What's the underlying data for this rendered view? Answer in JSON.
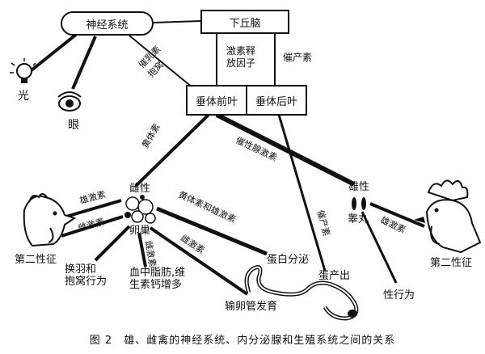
{
  "nodes": {
    "nervous_system": "神经系统",
    "hypothalamus": "下丘脑",
    "anterior_pituitary": "垂体前叶",
    "posterior_pituitary": "垂体后叶",
    "light": "光",
    "eye": "眼",
    "female": "雌性",
    "ovary": "卵巢",
    "male": "雄性",
    "testis": "睾丸",
    "secondary_sex_left": "第二性征",
    "secondary_sex_right": "第二性征",
    "molting": "换羽和\n抱窝行为",
    "blood_lipid": "血中脂肪,维\n生素钙增多",
    "oviduct": "输卵管发育",
    "protein_secretion": "蛋白分泌",
    "egg_laying": "蛋产出",
    "sexual_behavior": "性行为"
  },
  "edges": {
    "releasing_factor": "激素释\n放因子",
    "oxytocin_top": "催产素",
    "prolactin_broody": "催乳素\n抱窝",
    "luteinizing": "黄体素",
    "gonadotropin": "催性腺激素",
    "androgen_left": "雄激素",
    "estrogen_left": "雌激素",
    "estrogen_lower": "雌激素",
    "progesterone_androgen": "黄体素和雄激素",
    "estrogen_oviduct": "雌激素",
    "oxytocin_lower": "催产素",
    "androgen_right": "雄激素"
  },
  "caption": "图 2　雄、雌禽的神经系统、内分泌腺和生殖系统之间的关系"
}
